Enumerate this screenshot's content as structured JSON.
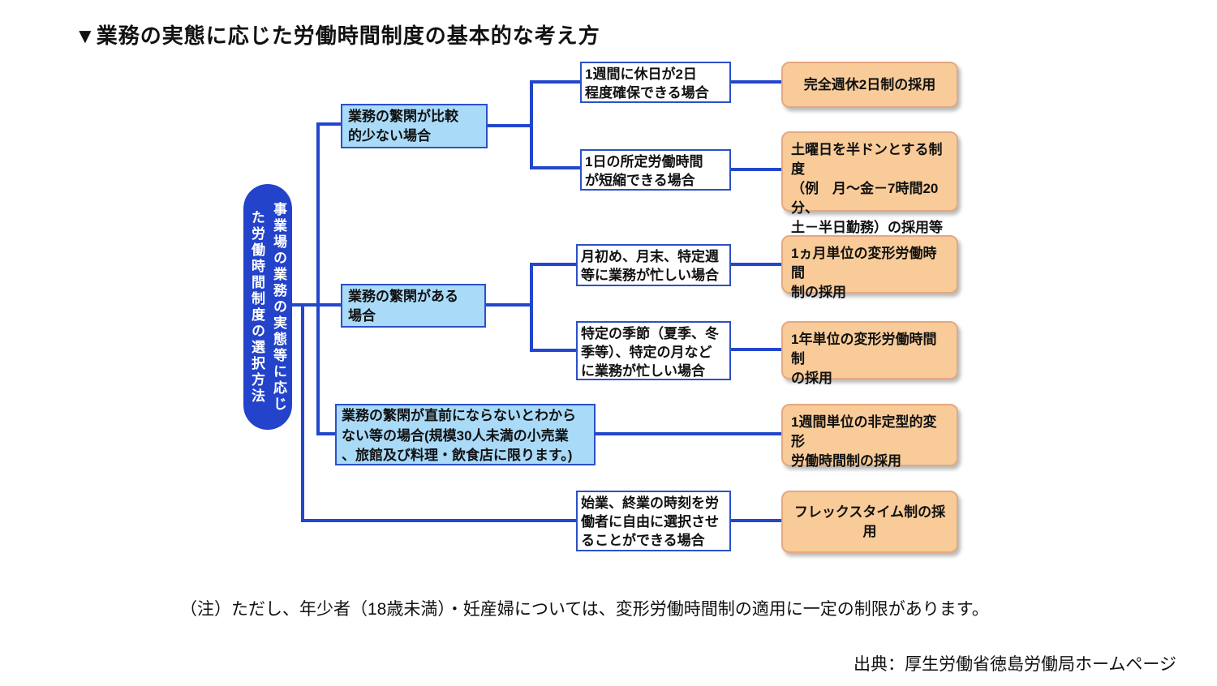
{
  "title": "▼業務の実態に応じた労働時間制度の基本的な考え方",
  "root": {
    "label_col_right": "事業場の業務の実態等に応じ",
    "label_col_left": "た労働時間制度の選択方法"
  },
  "branches": [
    {
      "condition": "業務の繁閑が比較\n的少ない場合",
      "cases": [
        {
          "situation": "1週間に休日が2日\n程度確保できる場合",
          "system": "完全週休2日制の採用"
        },
        {
          "situation": "1日の所定労働時間\nが短縮できる場合",
          "system": "土曜日を半ドンとする制度\n（例　月～金－7時間20分、\n土－半日勤務）の採用等"
        }
      ]
    },
    {
      "condition": "業務の繁閑がある\n場合",
      "cases": [
        {
          "situation": "月初め、月末、特定週\n等に業務が忙しい場合",
          "system": "1ヵ月単位の変形労働時間\n制の採用"
        },
        {
          "situation": "特定の季節（夏季、冬\n季等）、特定の月など\nに業務が忙しい場合",
          "system": "1年単位の変形労働時間制\nの採用"
        }
      ]
    },
    {
      "condition": "業務の繁閑が直前にならないとわから\nない等の場合(規模30人未満の小売業\n、旅館及び料理・飲食店に限ります。)",
      "system": "1週間単位の非定型的変形\n労働時間制の採用"
    },
    {
      "situation": "始業、終業の時刻を労\n働者に自由に選択させ\nることができる場合",
      "system": "フレックスタイム制の採用"
    }
  ],
  "note": "（注）ただし、年少者（18歳未満）・妊産婦については、変形労働時間制の適用に一定の制限があります。",
  "source": "出典：厚生労働省徳島労働局ホームページ",
  "colors": {
    "connector": "#2247cc",
    "root_bg": "#2343cb",
    "condition_bg": "#a9daf7",
    "box_border": "#2b51c8",
    "system_bg": "#f8cb98",
    "system_border": "#e5a97f"
  }
}
